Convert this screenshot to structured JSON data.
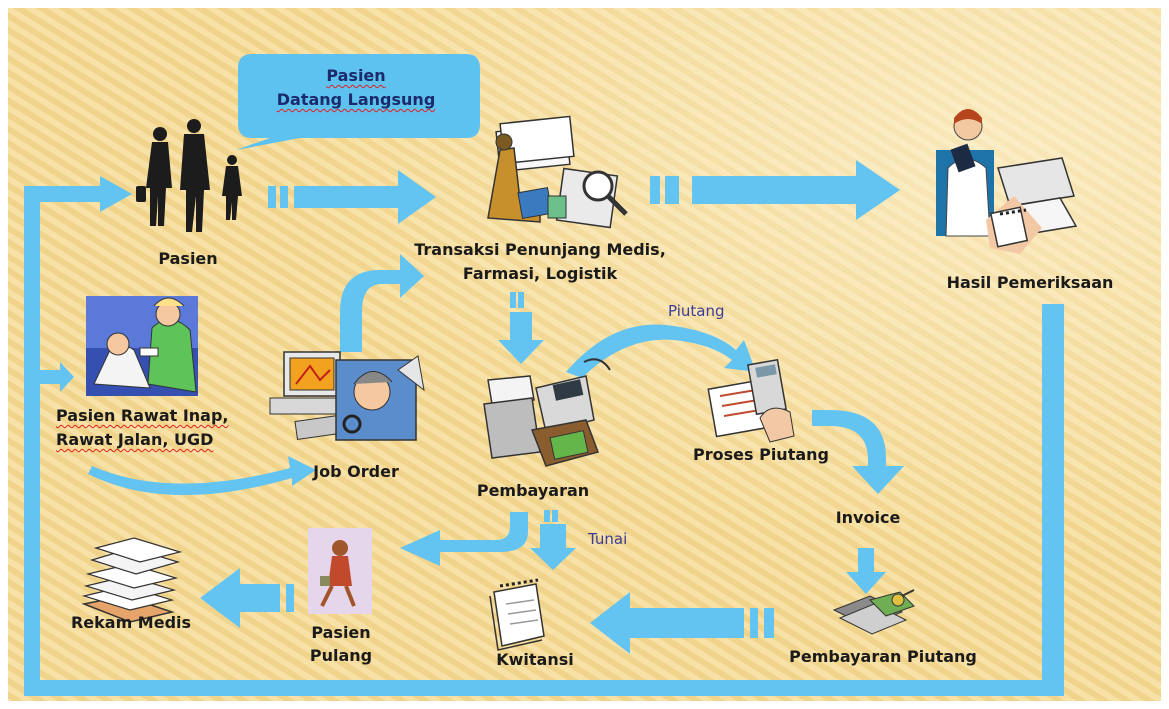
{
  "callout": {
    "line1": "Pasien",
    "line2": "Datang Langsung"
  },
  "nodes": {
    "pasien": "Pasien",
    "transaksi_line1": "Transaksi  Penunjang Medis,",
    "transaksi_line2": "Farmasi,  Logistik",
    "hasil": "Hasil   Pemeriksaan",
    "rawat_line1": "Pasien  Rawat Inap,",
    "rawat_line2": "Rawat Jalan, UGD",
    "job_order": "Job Order",
    "pembayaran": "Pembayaran",
    "proses_piutang": "Proses Piutang",
    "invoice": "Invoice",
    "pembayaran_piutang": "Pembayaran  Piutang",
    "kwitansi": "Kwitansi",
    "pulang_line1": "Pasien",
    "pulang_line2": "Pulang",
    "rekam_medis": "Rekam  Medis"
  },
  "annotations": {
    "piutang": "Piutang",
    "tunai": "Tunai"
  },
  "icons": {
    "pasien": "family-walking-icon",
    "transaksi": "lab-microscope-documents-icon",
    "hasil": "doctor-printer-icon",
    "rawat": "nurse-patient-bed-icon",
    "job_order": "computer-office-worker-icon",
    "pembayaran": "cash-register-icon",
    "proses_piutang": "calculator-document-icon",
    "pembayaran_piutang": "money-stack-icon",
    "kwitansi": "receipt-calendar-icon",
    "pulang": "walking-woman-icon",
    "rekam_medis": "paper-stack-icon"
  },
  "colors": {
    "arrow": "#63c4f2",
    "callout": "#5ec2f0",
    "text": "#1a1a1a",
    "note": "#3b3b9a",
    "background": "#f6dd9a"
  }
}
